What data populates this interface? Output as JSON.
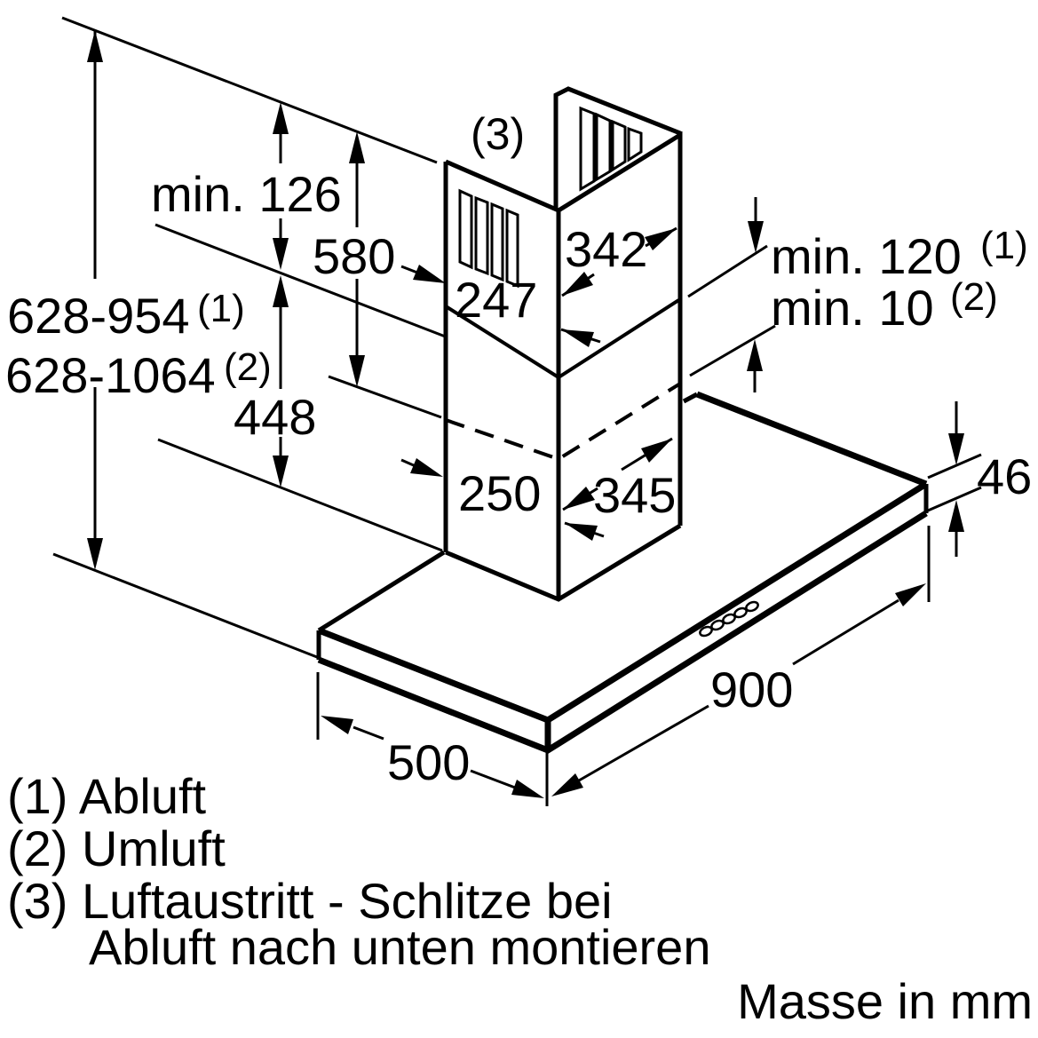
{
  "diagram": {
    "title_note": "Masse in mm",
    "labels": {
      "total_height_exhaust": "628-954",
      "total_height_exhaust_ref": "(1)",
      "total_height_recirc": "628-1064",
      "total_height_recirc_ref": "(2)",
      "min_ceiling_gap": "min. 126",
      "chimney_height": "580",
      "lower_section_height": "448",
      "air_outlet_ref": "(3)",
      "chimney_top_depth": "247",
      "chimney_top_width": "342",
      "chimney_bottom_depth": "250",
      "chimney_bottom_width": "345",
      "min_overlap_exhaust": "min. 120",
      "min_overlap_exhaust_ref": "(1)",
      "min_overlap_recirc": "min. 10",
      "min_overlap_recirc_ref": "(2)",
      "body_height": "46",
      "body_width": "900",
      "body_depth": "500"
    },
    "legend": {
      "line1": "(1) Abluft",
      "line2": "(2) Umluft",
      "line3": "(3) Luftaustritt - Schlitze bei",
      "line4": "Abluft nach unten montieren"
    }
  }
}
